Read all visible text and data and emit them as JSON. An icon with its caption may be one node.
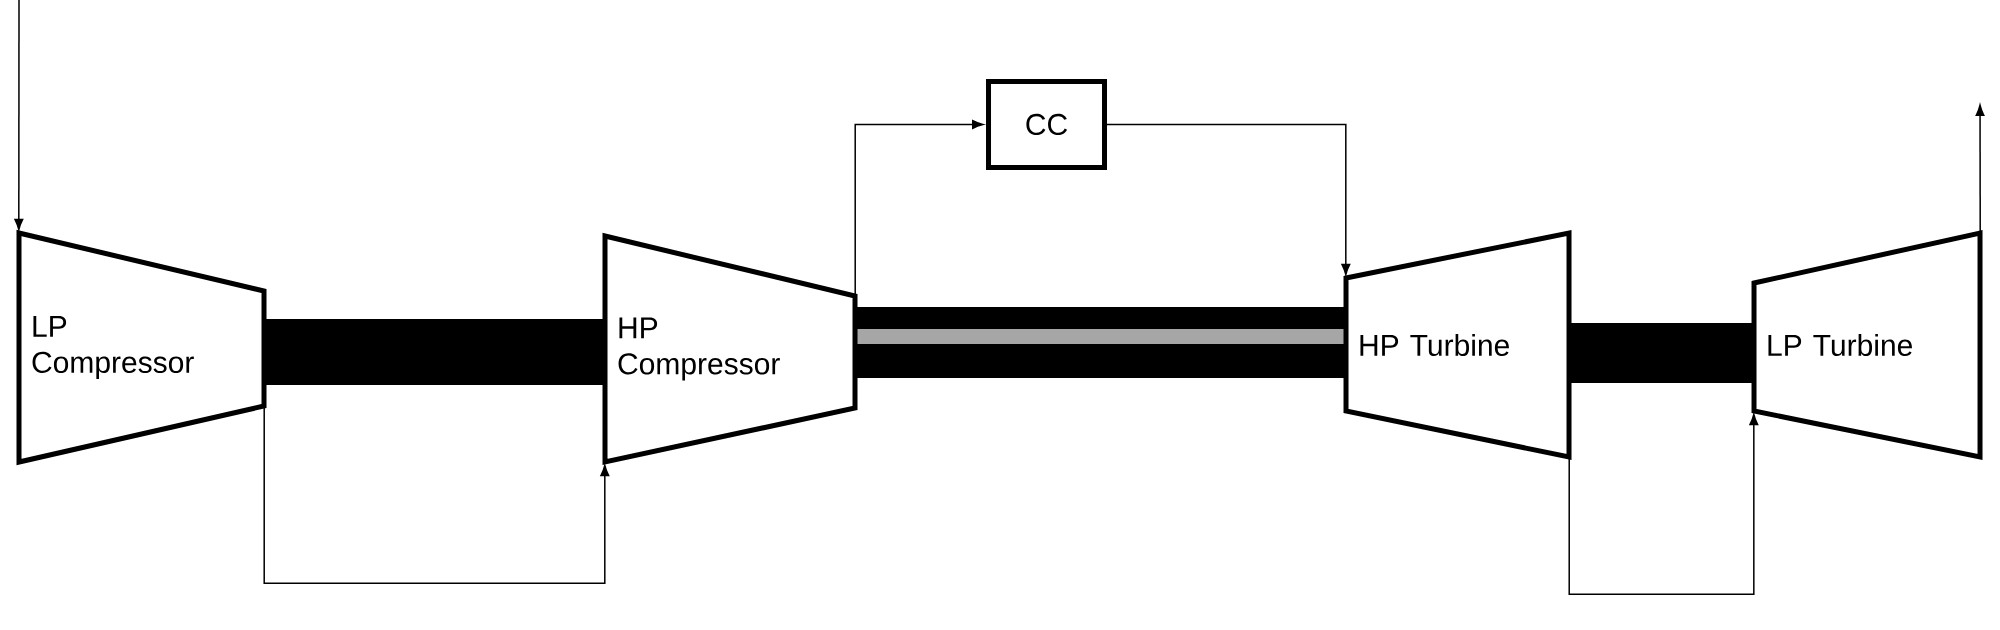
{
  "diagram": {
    "nodes": [
      {
        "text": [
          "LP Compressor"
        ]
      },
      {
        "text": [
          "HP Compressor"
        ]
      },
      {
        "text": [
          "CC"
        ]
      },
      {
        "text": [
          "HP Turbine"
        ]
      },
      {
        "text": [
          "LP Turbine"
        ]
      }
    ],
    "edges": [
      {
        "from": null,
        "to": 0,
        "arrow": "to"
      },
      {
        "from": 0,
        "to": 1,
        "arrow": "to"
      },
      {
        "from": 1,
        "to": 2,
        "arrow": "to"
      },
      {
        "from": 2,
        "to": 3,
        "arrow": "to"
      },
      {
        "from": 3,
        "to": 4,
        "arrow": "to"
      },
      {
        "from": 4,
        "to": null,
        "arrow": "to"
      }
    ]
  }
}
